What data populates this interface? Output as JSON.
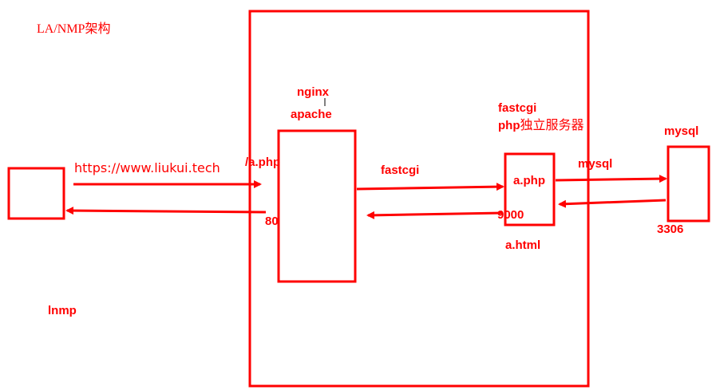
{
  "title": "LA/NMP架构",
  "client_caption": "lnmp",
  "web_server": {
    "name_top": "nginx",
    "name_bottom": "apache",
    "request_path": "/a.php",
    "port": "80"
  },
  "client_request_url": "https://www.liukui.tech",
  "link_web_to_php": "fastcgi",
  "php_server": {
    "protocol": "fastcgi",
    "name": "php",
    "name_suffix": "独立服务器",
    "file": "a.php",
    "port": "9000",
    "static_file": "a.html"
  },
  "link_php_to_db": "mysql",
  "db_server": {
    "name": "mysql",
    "port": "3306"
  },
  "colors": {
    "stroke": "#ff0000"
  }
}
